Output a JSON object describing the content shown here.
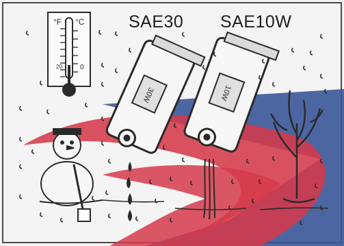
{
  "labels": {
    "oil_left": "SAE30",
    "oil_right": "SAE10W"
  },
  "thermometer": {
    "unit_f": "°F",
    "unit_c": "°C",
    "mark_20": "20",
    "mark_0": "0"
  },
  "can_marks": {
    "left": "30W",
    "right": "10W"
  },
  "colors": {
    "red_band": "#d53a4a",
    "blue_band": "#3a5799",
    "ink": "#2a2a2a",
    "paper": "#f4f4f4"
  },
  "icons": [
    "thermometer-icon",
    "oil-can-icon",
    "snowman-icon",
    "bare-tree-icon",
    "snowflake-icon",
    "oil-drop-icon"
  ]
}
